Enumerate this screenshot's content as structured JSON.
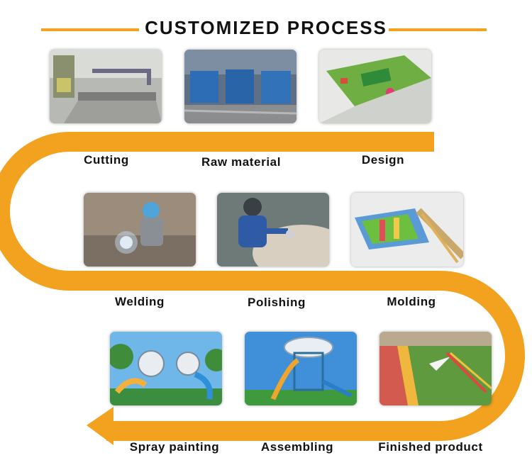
{
  "header": {
    "title": "CUSTOMIZED PROCESS"
  },
  "colors": {
    "accent": "#f3a21f"
  },
  "steps": [
    {
      "label": "Cutting",
      "image": "cutting-machine-photo"
    },
    {
      "label": "Raw material",
      "image": "steel-tubes-photo"
    },
    {
      "label": "Design",
      "image": "park-design-render"
    },
    {
      "label": "Welding",
      "image": "welder-photo"
    },
    {
      "label": "Polishing",
      "image": "polishing-worker-photo"
    },
    {
      "label": "Molding",
      "image": "slide-molding-render"
    },
    {
      "label": "Spray painting",
      "image": "playground-photo"
    },
    {
      "label": "Assembling",
      "image": "playground-tower-photo"
    },
    {
      "label": "Finished product",
      "image": "finished-park-photo"
    }
  ]
}
